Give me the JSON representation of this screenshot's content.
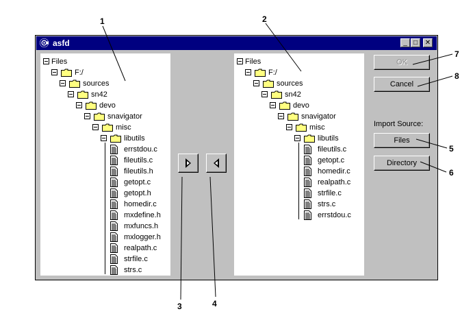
{
  "window": {
    "title": "asfd",
    "minimize_glyph": "_",
    "maximize_glyph": "□",
    "close_glyph": "✕",
    "app_icon": "c-logo-icon"
  },
  "left_tree": {
    "root": "Files",
    "folders": [
      "F:/",
      "sources",
      "sn42",
      "devo",
      "snavigator",
      "misc",
      "libutils"
    ],
    "files": [
      "errstdou.c",
      "fileutils.c",
      "fileutils.h",
      "getopt.c",
      "getopt.h",
      "homedir.c",
      "mxdefine.h",
      "mxfuncs.h",
      "mxlogger.h",
      "realpath.c",
      "strfile.c",
      "strs.c"
    ]
  },
  "right_tree": {
    "root": "Files",
    "folders": [
      "F:/",
      "sources",
      "sn42",
      "devo",
      "snavigator",
      "misc",
      "libutils"
    ],
    "files": [
      "fileutils.c",
      "getopt.c",
      "homedir.c",
      "realpath.c",
      "strfile.c",
      "strs.c",
      "errstdou.c"
    ]
  },
  "buttons": {
    "ok": "OK",
    "cancel": "Cancel",
    "import_label": "Import Source:",
    "files": "Files",
    "directory": "Directory"
  },
  "transfer": {
    "add_icon": "right-arrow-icon",
    "remove_icon": "left-arrow-icon"
  },
  "callouts": [
    "1",
    "2",
    "3",
    "4",
    "5",
    "6",
    "7",
    "8"
  ]
}
